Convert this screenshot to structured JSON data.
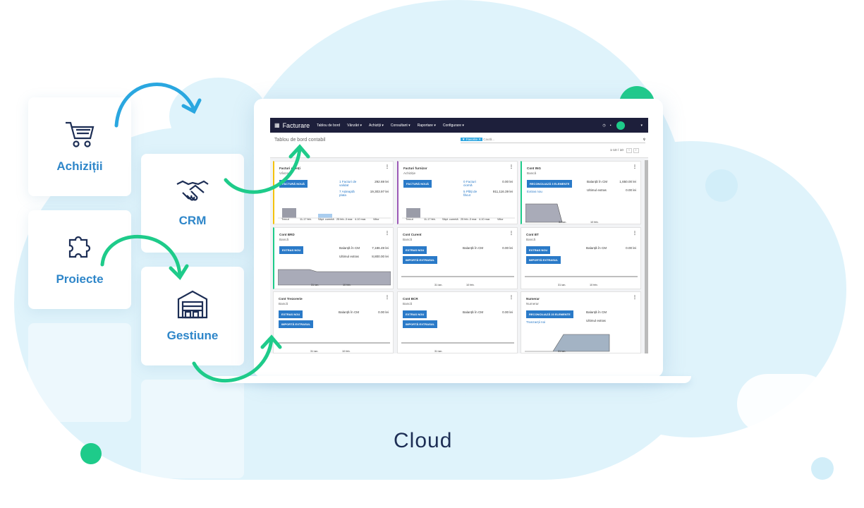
{
  "modules": [
    {
      "label": "Achiziții",
      "icon": "cart-icon"
    },
    {
      "label": "Proiecte",
      "icon": "puzzle-icon"
    },
    {
      "label": "CRM",
      "icon": "handshake-icon"
    },
    {
      "label": "Gestiune",
      "icon": "warehouse-icon"
    }
  ],
  "cloud_label": "Cloud",
  "colors": {
    "accent": "#2e86c9",
    "green": "#1ecb8a",
    "navbar": "#1d1f3b",
    "button": "#2a7ac8"
  },
  "app": {
    "name": "Facturare",
    "menu": [
      "Tablou de bord",
      "Vânzări ▾",
      "Achiziții ▾",
      "Consultant ▾",
      "Raportare ▾",
      "Configurare ▾"
    ],
    "page_title": "Tablou de bord contabil",
    "filter": "Favorite",
    "search_placeholder": "Caută...",
    "pager": "1-10 / 10",
    "cards": [
      {
        "title": "Facturi clienți",
        "sub": "Vânzare",
        "btn": "FACTURĂ NOUĂ",
        "l1": "1 Facturi de validat",
        "v1": "292.69 lei",
        "l2": "7 Așteaptă plata",
        "v2": "19,303.97 lei",
        "axis": [
          "Trecut",
          "11-17 feb.",
          "Săpt. curentă",
          "25 feb.-3 mar.",
          "4-10 mar.",
          "Viitor"
        ]
      },
      {
        "title": "Facturi furnizor",
        "sub": "Achiziție",
        "btn": "FACTURĂ NOUĂ",
        "l1": "0 Facturi ciornă",
        "v1": "0.00 lei",
        "l2": "5 Plăți de făcut",
        "v2": "911,116.39 lei",
        "axis": [
          "Trecut",
          "11-17 feb.",
          "Săpt. curentă",
          "25 feb.-3 mar.",
          "4-10 mar.",
          "Viitor"
        ]
      },
      {
        "title": "Cont ING",
        "sub": "Bancă",
        "btn": "RECONCILIAZĂ 3 ELEMENTE",
        "link": "Extras nou",
        "k1": "Balanță în CM",
        "v1": "1,650.00 lei",
        "k2": "Ultimul extras",
        "v2": "0.00 lei",
        "axis": [
          "31 ian.",
          "10 feb."
        ]
      },
      {
        "title": "Cont BRD",
        "sub": "Bancă",
        "btn": "EXTRAS NOU",
        "k1": "Balanță în CM",
        "v1": "7,186.49 lei",
        "k2": "Ultimul extras",
        "v2": "8,800.00 lei",
        "axis": [
          "31 ian.",
          "10 feb."
        ]
      },
      {
        "title": "Cont Curent",
        "sub": "Bancă",
        "btn": "EXTRAS NOU",
        "btn2": "IMPORTĂ EXTRASUL",
        "k1": "Balanță în CM",
        "v1": "0.00 lei",
        "axis": [
          "31 ian.",
          "10 feb."
        ]
      },
      {
        "title": "Cont BT",
        "sub": "Bancă",
        "btn": "EXTRAS NOU",
        "btn2": "IMPORTĂ EXTRASUL",
        "k1": "Balanță în CM",
        "v1": "0.00 lei",
        "axis": [
          "31 ian.",
          "10 feb."
        ]
      },
      {
        "title": "Cont Trezorerie",
        "sub": "Bancă",
        "btn": "EXTRAS NOU",
        "btn2": "IMPORTĂ EXTRASUL",
        "k1": "Balanță în CM",
        "v1": "0.00 lei",
        "axis": [
          "31 ian.",
          "10 feb."
        ]
      },
      {
        "title": "Cont BCR",
        "sub": "Bancă",
        "btn": "EXTRAS NOU",
        "btn2": "IMPORTĂ EXTRASUL",
        "k1": "Balanță în CM",
        "v1": "0.00 lei",
        "axis": [
          "31 ian."
        ]
      },
      {
        "title": "Numerar",
        "sub": "Numerar",
        "btn": "RECONCILIAZĂ 23 ELEMENTE",
        "link": "Tranzacții noi",
        "k1": "Balanță în CM",
        "k2": "Ultimul extras",
        "axis": [
          "31 ian."
        ]
      }
    ]
  }
}
